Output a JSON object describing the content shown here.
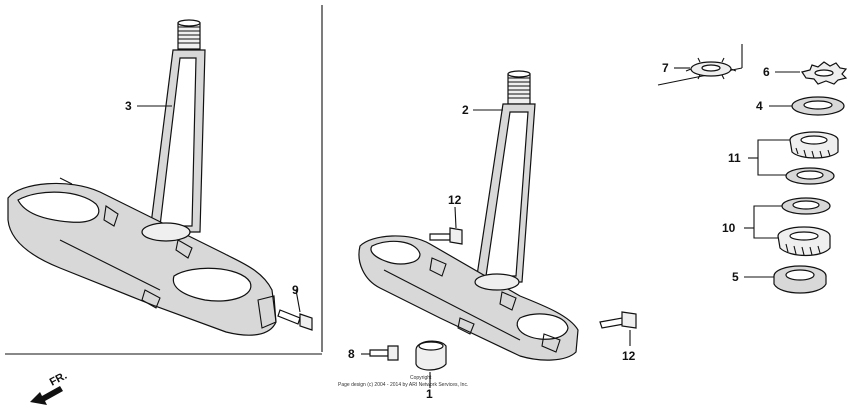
{
  "diagram": {
    "callouts": [
      {
        "id": "1",
        "label": "1"
      },
      {
        "id": "2",
        "label": "2"
      },
      {
        "id": "3",
        "label": "3"
      },
      {
        "id": "4",
        "label": "4"
      },
      {
        "id": "5",
        "label": "5"
      },
      {
        "id": "6",
        "label": "6"
      },
      {
        "id": "7",
        "label": "7"
      },
      {
        "id": "8",
        "label": "8"
      },
      {
        "id": "9",
        "label": "9"
      },
      {
        "id": "10",
        "label": "10"
      },
      {
        "id": "11",
        "label": "11"
      },
      {
        "id": "12a",
        "label": "12"
      },
      {
        "id": "12b",
        "label": "12"
      }
    ],
    "direction_label": "FR.",
    "copyright_line1": "Copyright",
    "copyright_line2": "Page design (c) 2004 - 2014 by ARI Network Services, Inc."
  }
}
